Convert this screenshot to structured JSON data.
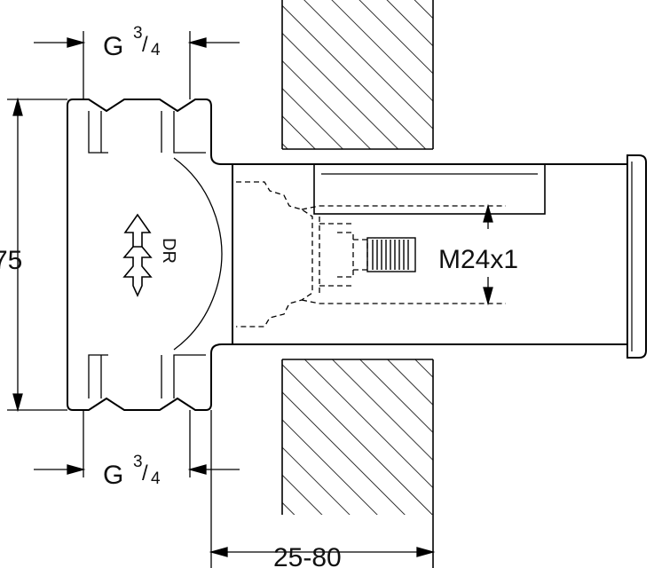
{
  "dimensions": {
    "thread_top": {
      "base": "G",
      "numerator": "3",
      "denominator": "4"
    },
    "thread_bottom": {
      "base": "G",
      "numerator": "3",
      "denominator": "4"
    },
    "height": "75",
    "stem_thread": "M24x1",
    "wall_range": "25-80"
  },
  "body_marking": "DR"
}
